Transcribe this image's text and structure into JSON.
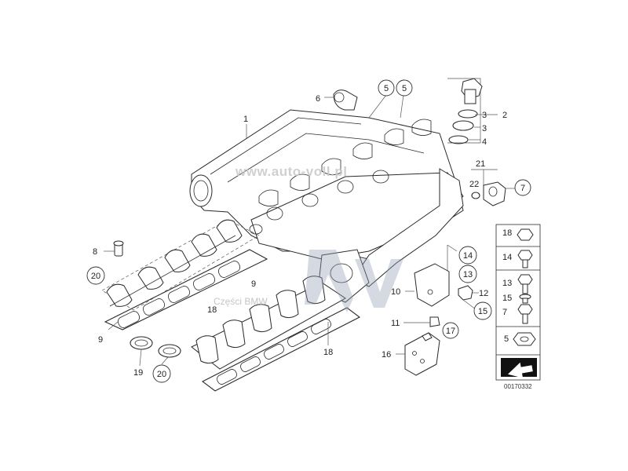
{
  "watermark": {
    "site": "www.auto-voll.pl",
    "caption": "Części BMW"
  },
  "diagram_code": "00170332",
  "callouts": {
    "c1": "1",
    "c2": "2",
    "c3a": "3",
    "c3b": "3",
    "c4": "4",
    "c5a": "5",
    "c5b": "5",
    "c6": "6",
    "c7": "7",
    "c8": "8",
    "c9a": "9",
    "c9b": "9",
    "c10": "10",
    "c11": "11",
    "c12": "12",
    "c13": "13",
    "c14": "14",
    "c15": "15",
    "c16": "16",
    "c17": "17",
    "c18a": "18",
    "c18b": "18",
    "c19": "19",
    "c20a": "20",
    "c20b": "20",
    "c21": "21",
    "c22": "22"
  },
  "hardware_panel": [
    {
      "num": "18"
    },
    {
      "num": "14"
    },
    {
      "num": "13"
    },
    {
      "num": "15"
    },
    {
      "num": "7"
    },
    {
      "num": "5"
    }
  ]
}
